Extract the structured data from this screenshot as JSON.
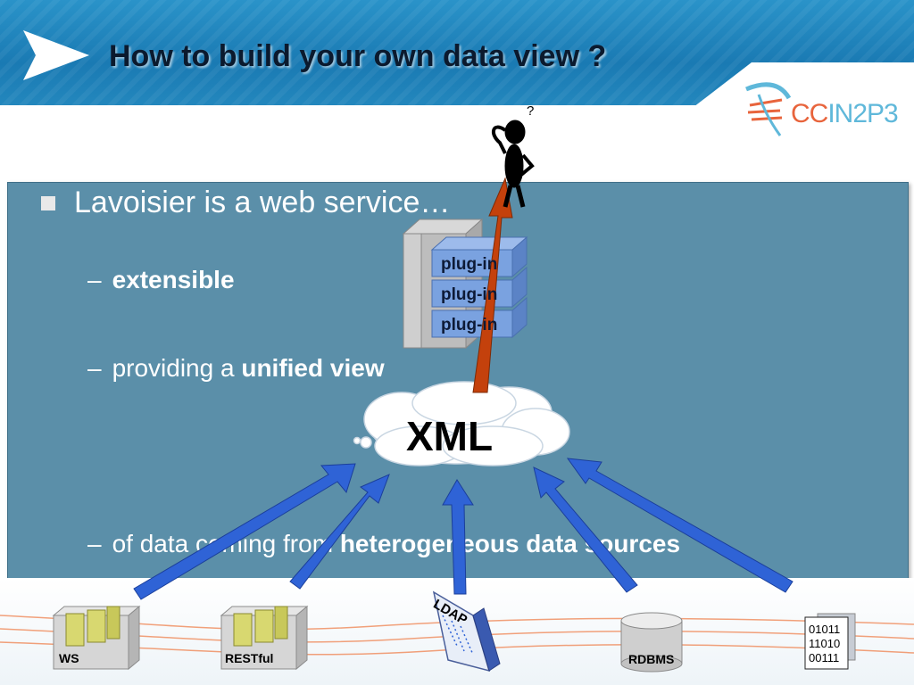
{
  "slide": {
    "title": "How to build your own data view ?",
    "logo_text_1": "CC",
    "logo_text_2": "IN2P3"
  },
  "content": {
    "bullet": "Lavoisier is a web service…",
    "sub_dash": "–",
    "sub1_bold": "extensible",
    "sub2_prefix": "providing a ",
    "sub2_bold": "unified view",
    "sub3_prefix": "of data coming from ",
    "sub3_bold": "heterogeneous data sources"
  },
  "diagram": {
    "plugins": [
      "plug-in",
      "plug-in",
      "plug-in"
    ],
    "xml_label": "XML",
    "question_mark": "?",
    "sources": [
      "WS",
      "RESTful",
      "LDAP",
      "RDBMS"
    ],
    "binary_lines": [
      "01011",
      "11010",
      "00111"
    ]
  },
  "colors": {
    "header_blue": "#1a7ab3",
    "panel_blue": "#5b8fa9",
    "arrow_blue": "#2f63d6",
    "arrow_red": "#c4410c"
  }
}
